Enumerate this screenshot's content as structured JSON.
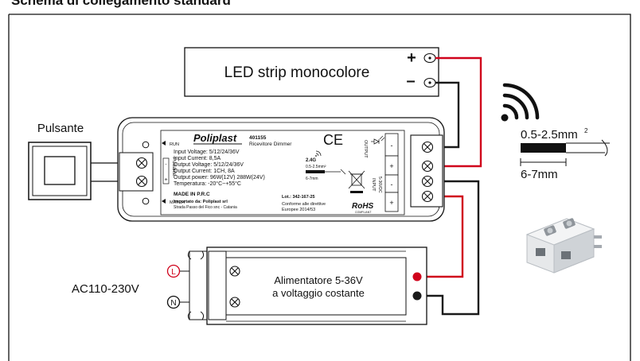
{
  "title": "Schema di collegamento standard",
  "led_strip": {
    "label": "LED strip monocolore",
    "plus": "+",
    "minus": "–"
  },
  "pushbutton": {
    "label": "Pulsante"
  },
  "receiver": {
    "brand": "Poliplast",
    "model": "401155",
    "product": "Ricevitore Dimmer",
    "ce": "CE",
    "run": "RUN",
    "match": "MATCH",
    "side_label": "Pulsante",
    "specs": [
      "Input Voltage: 5/12/24/36V",
      "Input Current: 8,5A",
      "Output Voltage: 5/12/24/36V",
      "Output Current: 1CH, 8A",
      "Output power: 96W(12V) 288W(24V)",
      "Temperatura: -20°C~+55°C"
    ],
    "rf": "2.4G",
    "wire_gauge": "0.5-2.5mm²",
    "wire_strip": "6-7mm",
    "made_in": "MADE IN P.R.C",
    "importer": "Importato da: Poliplast srl",
    "address": "Strada Passo del Fico snc - Catania",
    "lot": "Lot.: 342-167-25",
    "conformity_1": "Conforme alle direttive",
    "conformity_2": "Europee 2014/53",
    "rohs": "RoHS",
    "rohs_sub": "COMPLIANT",
    "output_label": "OUTPUT",
    "input_label": "INPUT",
    "input_volt": "5-36VDC",
    "out_plus": "+",
    "out_minus": "-",
    "in_minus": "-",
    "in_plus": "+",
    "btn_minus": "-",
    "btn_plus": "+"
  },
  "wire_spec": {
    "gauge": "0.5-2.5mm",
    "gauge_sup": "2",
    "strip": "6-7mm"
  },
  "psu": {
    "line1": "Alimentatore 5-36V",
    "line2": "a voltaggio costante",
    "l": "L",
    "n": "N"
  },
  "ac_label": "AC110-230V",
  "icons": {
    "wireless": "wifi-signal-icon",
    "terminal": "terminal-block-icon",
    "recycle_bin": "crossed-bin-icon",
    "led": "led-diode-icon"
  },
  "colors": {
    "positive_wire": "#d0021b",
    "negative_wire": "#1a1a1a",
    "terminal_plastic": "#e6e8ea"
  }
}
